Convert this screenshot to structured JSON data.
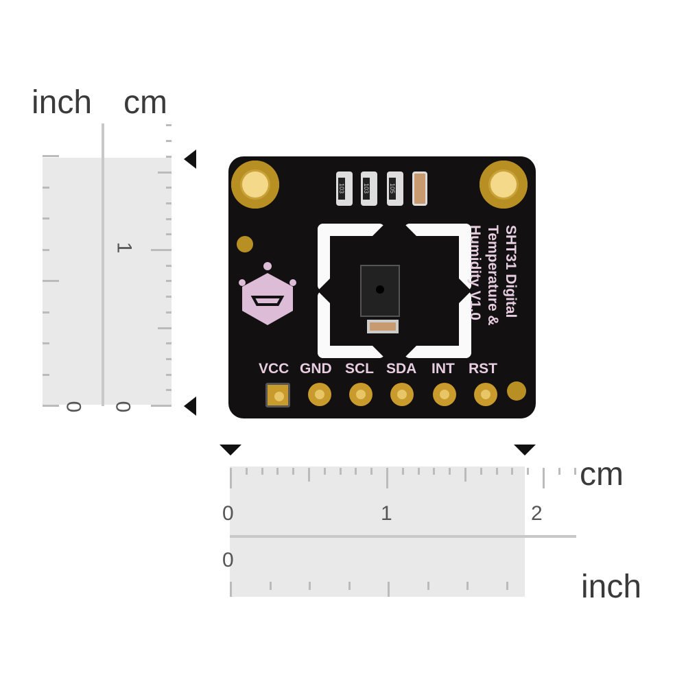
{
  "left_ruler": {
    "unit_inch": "inch",
    "unit_cm": "cm",
    "inch_labels": [
      "0"
    ],
    "cm_labels": [
      "0",
      "1"
    ]
  },
  "bottom_ruler": {
    "unit_cm": "cm",
    "unit_inch": "inch",
    "cm_labels": [
      "0",
      "1",
      "2"
    ],
    "inch_labels": [
      "0"
    ]
  },
  "board": {
    "title_lines": [
      "SHT31 Digital",
      "Temperature &",
      "Humidity V1.0"
    ],
    "pins": [
      "VCC",
      "GND",
      "SCL",
      "SDA",
      "INT",
      "RST"
    ],
    "resistors": [
      "103",
      "103",
      "105"
    ],
    "colors": {
      "pcb": "#121010",
      "silkscreen": "#e6cde0",
      "gold": "#c99b2c"
    }
  }
}
